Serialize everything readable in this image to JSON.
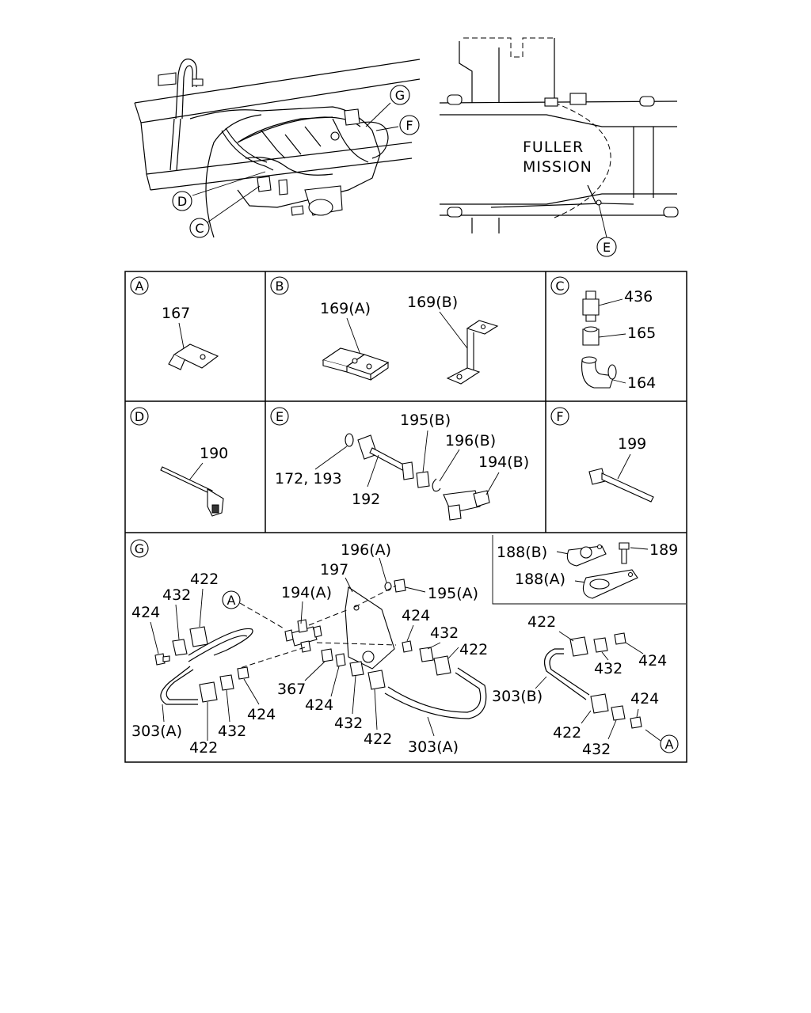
{
  "overview": {
    "left_callouts": [
      "G",
      "F",
      "D",
      "C"
    ],
    "right_callouts": [
      "E"
    ],
    "right_title_line1": "FULLER",
    "right_title_line2": "MISSION"
  },
  "panels": {
    "A": {
      "letter": "A",
      "labels": [
        "167"
      ]
    },
    "B": {
      "letter": "B",
      "labels": [
        "169(A)",
        "169(B)"
      ]
    },
    "C": {
      "letter": "C",
      "labels": [
        "436",
        "165",
        "164"
      ]
    },
    "D": {
      "letter": "D",
      "labels": [
        "190"
      ]
    },
    "E": {
      "letter": "E",
      "labels": [
        "195(B)",
        "196(B)",
        "194(B)",
        "172, 193",
        "192"
      ]
    },
    "F": {
      "letter": "F",
      "labels": [
        "199"
      ]
    },
    "G": {
      "letter": "G",
      "inset_labels": [
        "188(B)",
        "189",
        "188(A)"
      ],
      "ref_circle": "A",
      "labels": [
        "196(A)",
        "197",
        "195(A)",
        "194(A)",
        "424",
        "432",
        "422",
        "424",
        "432",
        "422",
        "367",
        "424",
        "432",
        "422",
        "303(A)",
        "422",
        "432",
        "424",
        "303(A)",
        "422",
        "424",
        "432",
        "303(B)",
        "424",
        "422",
        "432"
      ]
    }
  }
}
